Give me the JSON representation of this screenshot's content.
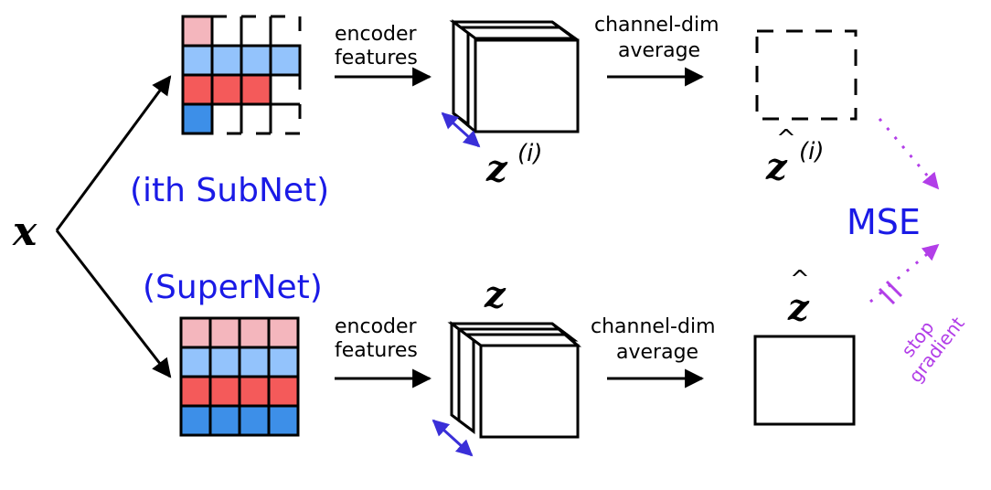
{
  "input_symbol": "x",
  "labels": {
    "subnet": "(ith SubNet)",
    "supernet": "(SuperNet)",
    "encoder_top_1": "encoder",
    "encoder_top_2": "features",
    "encoder_bot_1": "encoder",
    "encoder_bot_2": "features",
    "avg_top_1": "channel-dim",
    "avg_top_2": "average",
    "avg_bot_1": "channel-dim",
    "avg_bot_2": "average",
    "z_sub": "z",
    "z_sub_sup": "(i)",
    "zhat_sub": "z",
    "zhat_sub_sup": "(i)",
    "z_super": "z",
    "zhat_super": "z",
    "mse": "MSE",
    "stop": "stop",
    "gradient": "gradient"
  },
  "colors": {
    "light_red": "#f4b6bd",
    "light_blue": "#93c3fc",
    "red": "#f45a5a",
    "blue": "#3d8fe8",
    "label_blue": "#1a1ae6",
    "arrow_blue": "#3a2fd8",
    "purple": "#b23ee8"
  },
  "grids": {
    "subnet_rows": [
      [
        "light_red",
        "",
        "",
        ""
      ],
      [
        "light_blue",
        "light_blue",
        "light_blue",
        "light_blue"
      ],
      [
        "red",
        "red",
        "red",
        ""
      ],
      [
        "blue",
        "",
        "",
        ""
      ]
    ],
    "supernet_rows": [
      [
        "light_red",
        "light_red",
        "light_red",
        "light_red"
      ],
      [
        "light_blue",
        "light_blue",
        "light_blue",
        "light_blue"
      ],
      [
        "red",
        "red",
        "red",
        "red"
      ],
      [
        "blue",
        "blue",
        "blue",
        "blue"
      ]
    ]
  }
}
